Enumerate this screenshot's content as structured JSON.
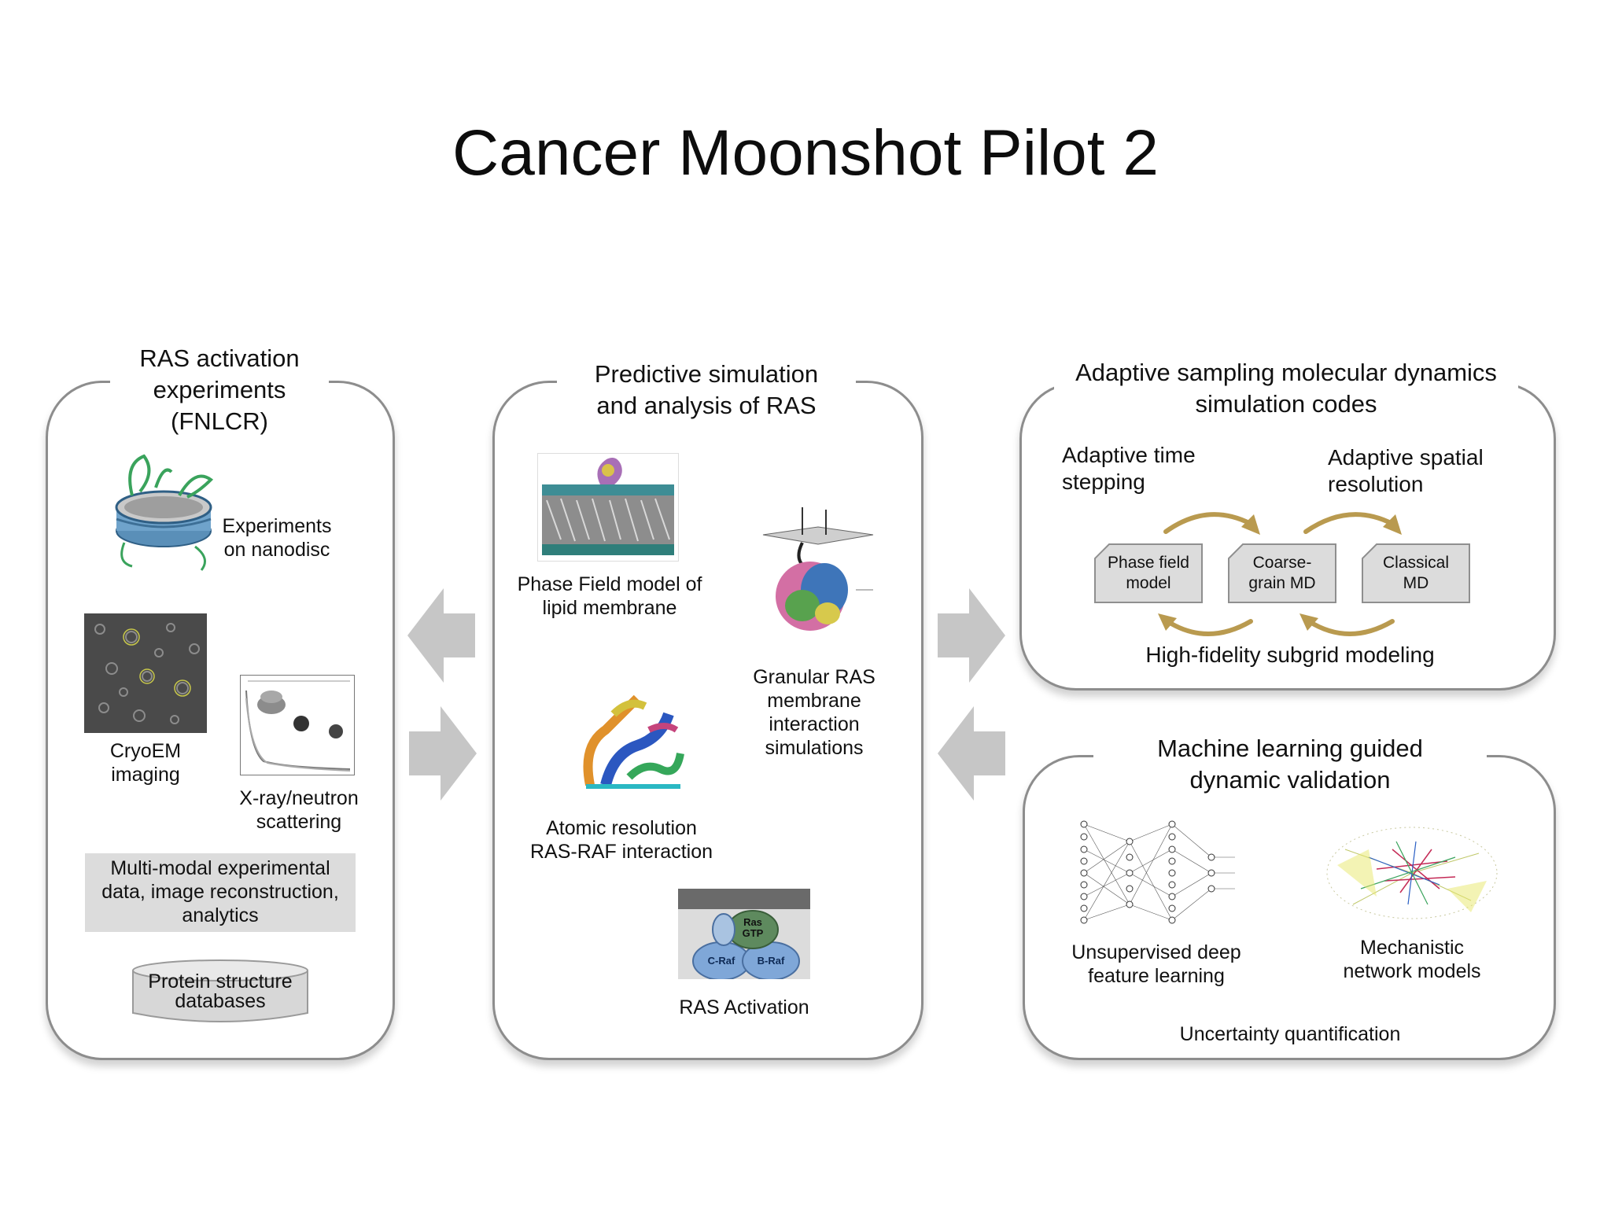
{
  "title": "Cancer Moonshot Pilot 2",
  "left_panel": {
    "title": "RAS activation\nexperiments\n(FNLCR)",
    "items": {
      "nanodisc": "Experiments\non nanodisc",
      "cryoem": "CryoEM\nimaging",
      "scattering": "X-ray/neutron\nscattering"
    },
    "gray_box": "Multi-modal experimental\ndata, image reconstruction,\nanalytics",
    "database": "Protein structure\ndatabases"
  },
  "middle_panel": {
    "title": "Predictive simulation\nand analysis of RAS",
    "items": {
      "phase_field": "Phase Field model of\nlipid membrane",
      "granular": "Granular RAS\nmembrane\ninteraction\nsimulations",
      "atomic": "Atomic resolution\nRAS-RAF interaction",
      "ras_activation": "RAS Activation"
    },
    "ras_diagram": {
      "ras_gtp": "Ras\nGTP",
      "craf": "C-Raf",
      "braf": "B-Raf"
    }
  },
  "top_right_panel": {
    "title": "Adaptive sampling molecular dynamics\nsimulation codes",
    "adaptive_time": "Adaptive time\nstepping",
    "adaptive_spatial": "Adaptive spatial\nresolution",
    "boxes": [
      "Phase field\nmodel",
      "Coarse-\ngrain MD",
      "Classical\nMD"
    ],
    "footer": "High-fidelity subgrid modeling"
  },
  "bottom_right_panel": {
    "title": "Machine learning guided\ndynamic validation",
    "items": {
      "deep": "Unsupervised deep\nfeature learning",
      "network": "Mechanistic\nnetwork models"
    },
    "footer": "Uncertainty quantification"
  },
  "colors": {
    "panel_border": "#8d8d8d",
    "arrow_gray": "#c6c6c6",
    "curve_gold": "#b99a4f",
    "gray_box": "#dcdcdc"
  }
}
